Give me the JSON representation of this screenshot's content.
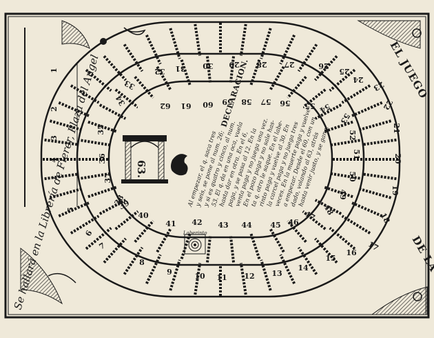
{
  "title_top": "EL JUEGO",
  "title_bottom": "DE LA OCA",
  "side_text": "Se hallará en la Librería de Fierer, Plaza del Angel",
  "declaration": {
    "heading": "DECLARACION.",
    "lines": [
      "Al empezar, el q. saca tres",
      "y seis, se pone al num. 26;",
      "y si es quatro y cinco, al num.",
      "53. El q. da en una oca, vuela",
      "hasta dar en otra. En el 6,",
      "paga, y se pasa al 12. En la",
      "venta paga y no juega una vez.",
      "En el pozo paga y no sale has-",
      "ta q. otro le saque. En el labe-",
      "rinto paga y vuelve al 30. En",
      "la carcel paga y no juega tres",
      "veces. En la muerte paga y vuelve",
      "a empezar. Desde el 60, con un",
      "dado, volando al 63, atrás",
      "hasta venir justo, y se gana."
    ]
  },
  "center_number": "63.",
  "labyrinth_label": "Laberinto",
  "squares": [
    "1",
    "2",
    "3",
    "4",
    "5",
    "6",
    "7",
    "8",
    "9",
    "10",
    "11",
    "12",
    "13",
    "14",
    "15",
    "16",
    "17",
    "18",
    "19",
    "20",
    "21",
    "22",
    "23",
    "24",
    "25",
    "26",
    "27",
    "28",
    "29",
    "30",
    "31",
    "32",
    "33",
    "34",
    "35",
    "36",
    "37",
    "38",
    "39",
    "40",
    "41",
    "42",
    "43",
    "44",
    "45",
    "46",
    "47",
    "48",
    "49",
    "50",
    "51",
    "52",
    "53",
    "54",
    "55",
    "56",
    "57",
    "58",
    "59",
    "60",
    "61",
    "62"
  ],
  "colors": {
    "paper": "#efe9d9",
    "ink": "#1a1a1a"
  }
}
